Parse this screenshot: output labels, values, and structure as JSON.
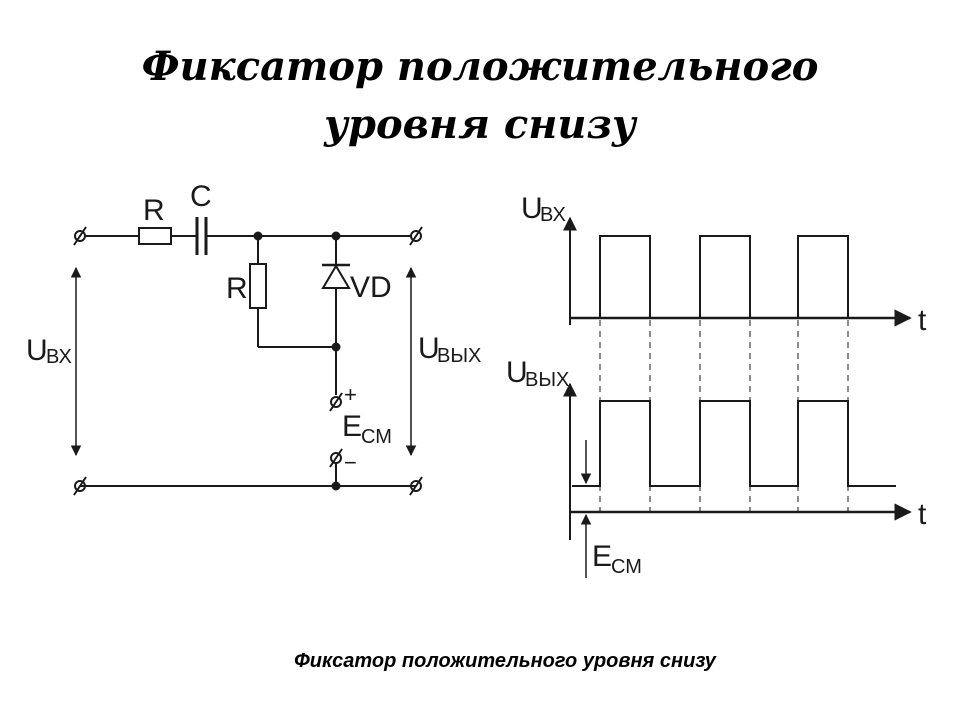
{
  "slide": {
    "title_line1": "Фиксатор положительного",
    "title_line2": "уровня снизу",
    "caption": "Фиксатор положительного уровня снизу"
  },
  "circuit": {
    "r_series": "R",
    "capacitor": "C",
    "r_shunt": "R",
    "diode": "VD",
    "u_in_main": "U",
    "u_in_sub": "ВХ",
    "u_out_main": "U",
    "u_out_sub": "ВЫХ",
    "e_main": "E",
    "e_sub": "СМ",
    "plus": "+",
    "minus": "−"
  },
  "waveforms": {
    "u_in_main": "U",
    "u_in_sub": "ВХ",
    "u_out_main": "U",
    "u_out_sub": "ВЫХ",
    "t_top": "t",
    "t_bottom": "t",
    "e_main": "E",
    "e_sub": "СМ"
  },
  "colors": {
    "ink": "#1a1a1a",
    "background": "#ffffff"
  }
}
